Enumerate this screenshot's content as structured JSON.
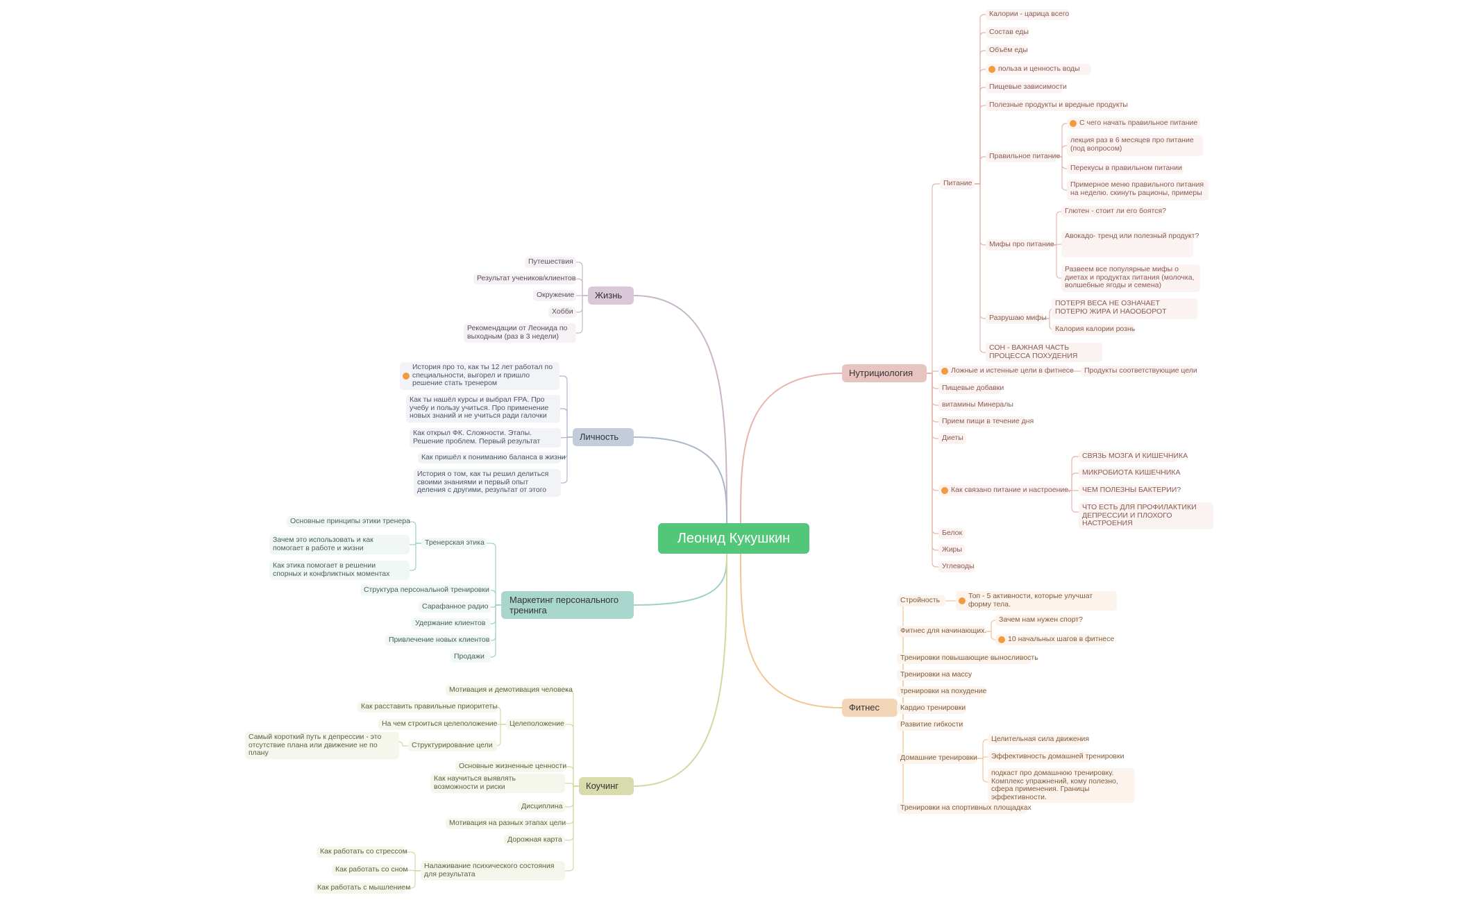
{
  "colors": {
    "root": "#52c77a",
    "nut_line": "#e7b3ad",
    "fit_line": "#f2c594",
    "life_line": "#c9b4c9",
    "pers_line": "#aab7c9",
    "mark_line": "#9fd0c4",
    "coach_line": "#d4d8a0",
    "marker": "#f19a3e"
  },
  "root": {
    "label": "Леонид Кукушкин"
  },
  "branches": {
    "nut": "Нутрициология",
    "fit": "Фитнес",
    "life": "Жизнь",
    "pers": "Личность",
    "mark": "Маркетинг персонального тренинга",
    "coach": "Коучинг"
  },
  "nodes": {
    "nut_pitanie": "Питание",
    "n1": "Калории - царица всего",
    "n2": "Состав еды",
    "n3": "Объём еды",
    "n4": "польза и ценность воды",
    "n5": "Пищевые зависимости",
    "n6": "Полезные продукты и вредные продукты",
    "n7": "Правильное питание",
    "n7a": "С чего начать правильное питание",
    "n7b": "лекция раз в 6 месяцев про питание (под вопросом)",
    "n7c": "Перекусы в правильном питании",
    "n7d": "Примерное меню правильного питания на неделю. скинуть рационы, примеры",
    "n8": "Мифы про питание",
    "n8a": "Глютен - стоит ли его боятся?",
    "n8b": "Авокадо- тренд или полезный продукт?",
    "n8c": "Развеем все популярные мифы о диетах и продуктах питания (молочка, волшебные ягоды и семена)",
    "n9": "Разрушаю мифы",
    "n9a": "ПОТЕРЯ ВЕСА НЕ ОЗНАЧАЕТ ПОТЕРЮ ЖИРА И НАООБОРОТ",
    "n9b": "Калория калории рознь",
    "n10": "СОН - ВАЖНАЯ ЧАСТЬ ПРОЦЕССА ПОХУДЕНИЯ",
    "nb": "Ложные и истенные цели в фитнесе",
    "nba": "Продукты соответствующие цели",
    "nc": "Пищевые добавки",
    "nd": "витамины Минералы",
    "ne": "Прием пищи в течение дня",
    "nf": "Диеты",
    "ng": "Как связано питание и настроение.",
    "ng1": "СВЯЗЬ МОЗГА И КИШЕЧНИКА",
    "ng2": "МИКРОБИОТА КИШЕЧНИКА",
    "ng3": "ЧЕМ ПОЛЕЗНЫ БАКТЕРИИ?",
    "ng4": "ЧТО ЕСТЬ ДЛЯ ПРОФИЛАКТИКИ ДЕПРЕССИИ И ПЛОХОГО НАСТРОЕНИЯ",
    "nh": "Белок",
    "ni": "Жиры",
    "nj": "Углеводы",
    "f1": "Стройность",
    "f1a": "Топ - 5 активности, которые улучшат форму тела.",
    "f2": "Фитнес для начинающих.",
    "f2a": "Зачем нам нужен спорт?",
    "f2b": "10 начальных шагов в фитнесе",
    "f3": "Тренировки повышающие выносливость",
    "f4": "Тренировки на массу",
    "f5": "тренировки на похудение",
    "f6": "Кардио тренировки",
    "f7": "Развитие гибкости",
    "f8": "Домашние тренировки",
    "f8a": "Целительная сила движения",
    "f8b": "Эффективность домашней тренировки",
    "f8c": "подкаст про домашнюю тренировку. Комплекс упражнений, кому полезно, сфера применения. Границы эффективности.",
    "f9": "Тренировки на спортивных площадках",
    "l1": "Путешествия",
    "l2": "Результат учеников/клиентов",
    "l3": "Окружение",
    "l4": "Хобби",
    "l5": "Рекомендации от Леонида по выходным (раз в 3 недели)",
    "p1": "История про то, как ты 12 лет работал по специальности, выгорел и пришло решение стать тренером",
    "p2": "Как ты нашёл курсы и выбрал FPA. Про учебу и пользу учиться. Про применение новых знаний и не учиться ради галочки",
    "p3": "Как открыл ФК. Сложности. Этапы. Решение проблем. Первый результат",
    "p4": "Как пришёл к пониманию баланса в жизни",
    "p5": "История о том, как ты решил делиться своими знаниями и первый опыт деления с другими, результат от этого",
    "m1": "Тренерская этика",
    "m1a": "Основные принципы этики тренера",
    "m1b": "Зачем это использовать и как помогает в работе и жизни",
    "m1c": "Как этика помогает в решении спорных и конфликтных моментах",
    "m2": "Структура персональной тренировки",
    "m3": "Сарафанное радио",
    "m4": "Удержание клиентов",
    "m5": "Привлечение новых клиентов",
    "m6": "Продажи",
    "c1": "Мотивация и демотивация человека",
    "c2": "Целеположение",
    "c2a": "Как расставить правильные приоритеты",
    "c2b": "На чем строиться целеположение",
    "c2c": "Структурирование цели",
    "c2c1": "Самый короткий путь к депрессии - это отсутствие плана или движение не по плану",
    "c3": "Основные жизненные ценности",
    "c4": "Как научиться выявлять возможности и риски",
    "c5": "Дисциплина",
    "c6": "Мотивация на разных этапах цели",
    "c7": "Дорожная карта",
    "c8": "Налаживание психического состояния для результата",
    "c8a": "Как работать со стрессом",
    "c8b": "Как работать со сном",
    "c8c": "Как работать с мышлением"
  }
}
